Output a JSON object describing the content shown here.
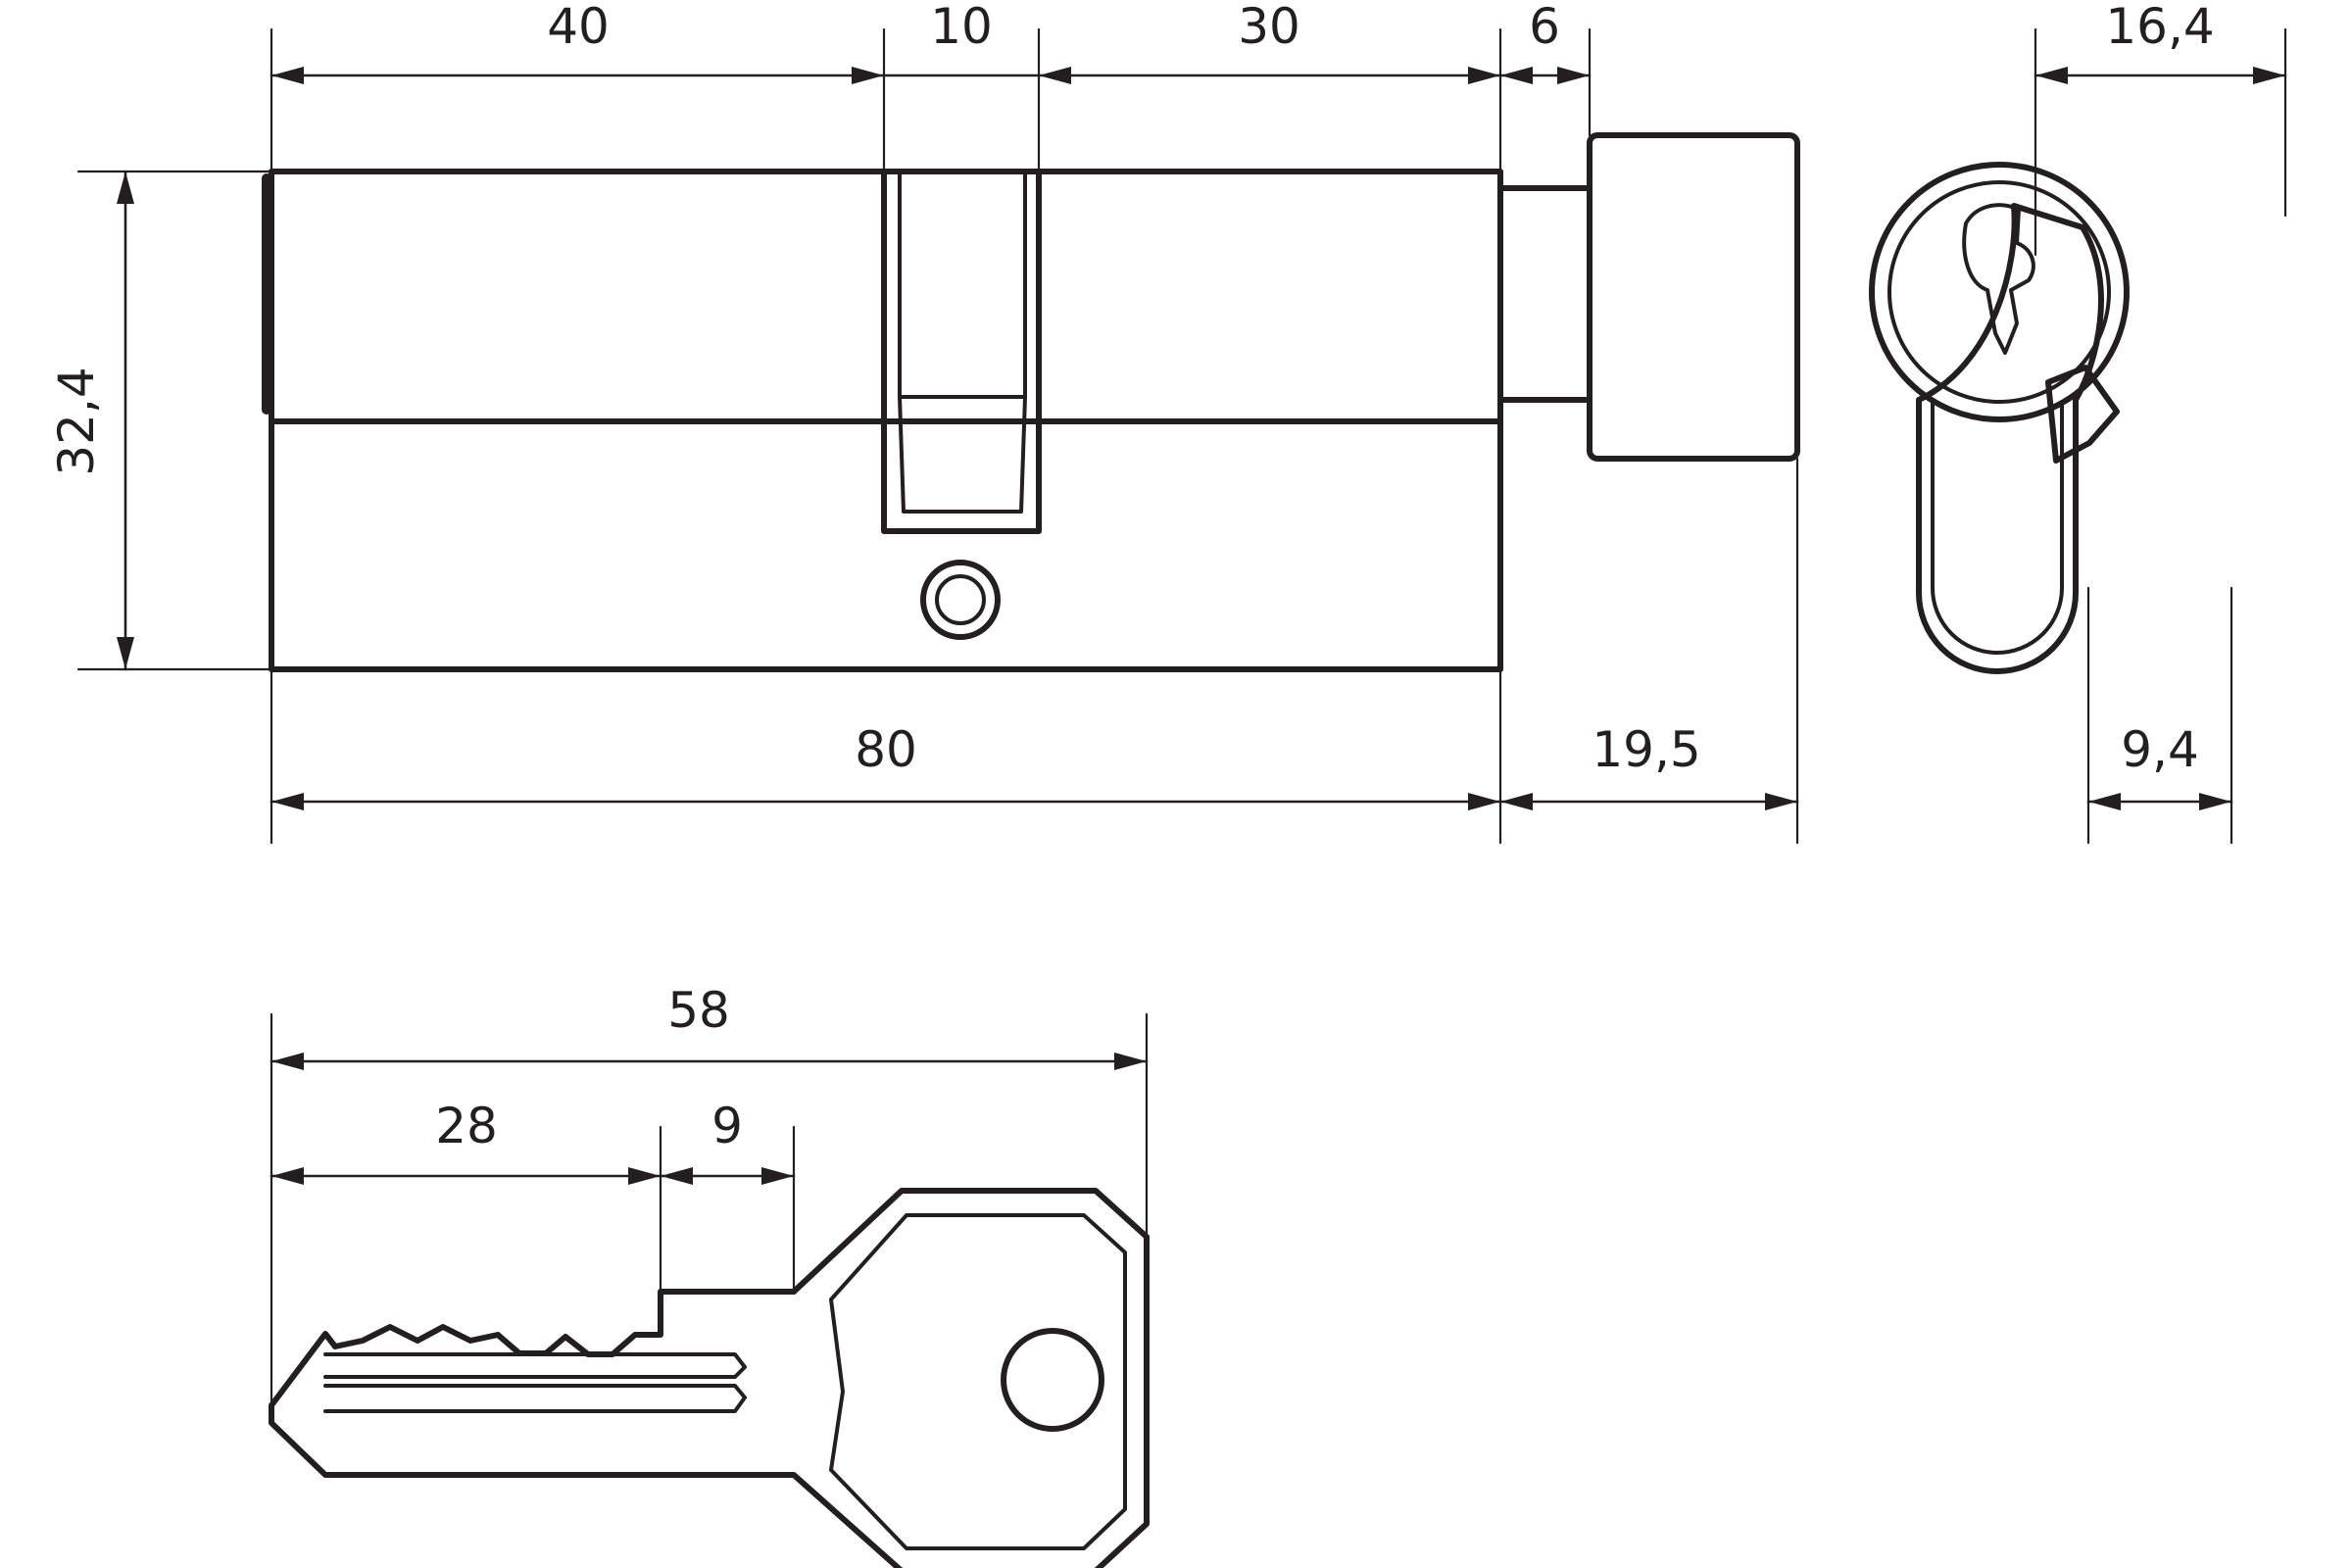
{
  "colors": {
    "line": "#231f20",
    "background": "#ffffff"
  },
  "dimensions": {
    "cyl_a": "40",
    "cyl_cam": "10",
    "cyl_b": "30",
    "cyl_gap": "6",
    "cyl_height": "32,4",
    "cyl_total": "80",
    "knob_length": "19,5",
    "end_width_top": "16,4",
    "end_width_bottom": "9,4",
    "key_total": "58",
    "key_blade": "28",
    "key_shoulder": "9"
  }
}
